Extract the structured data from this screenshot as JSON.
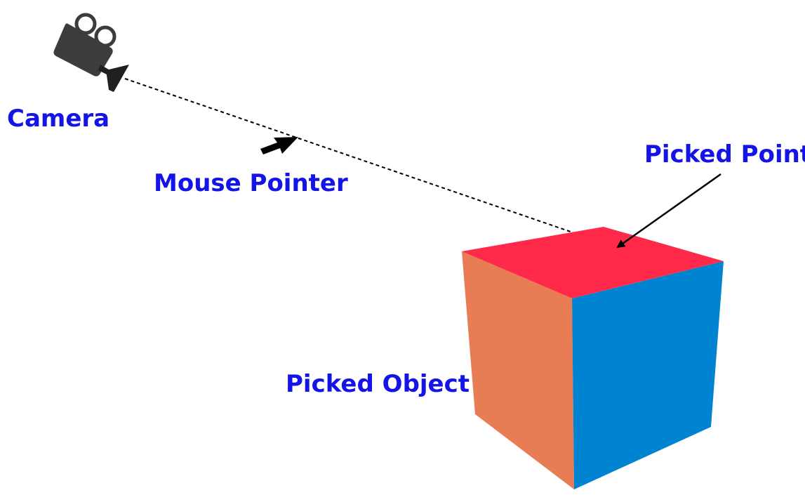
{
  "labels": {
    "camera": "Camera",
    "mouse_pointer": "Mouse Pointer",
    "picked_point": "Picked Point",
    "picked_object": "Picked Object"
  },
  "colors": {
    "label_text": "#1414e6",
    "cube_top": "#ff2a4a",
    "cube_left": "#e87d55",
    "cube_right": "#0083d0",
    "camera_body": "#3a3d3c",
    "ray": "#000000"
  },
  "icons": {
    "camera": "movie-camera-icon",
    "pointer": "arrow-cursor-icon"
  }
}
